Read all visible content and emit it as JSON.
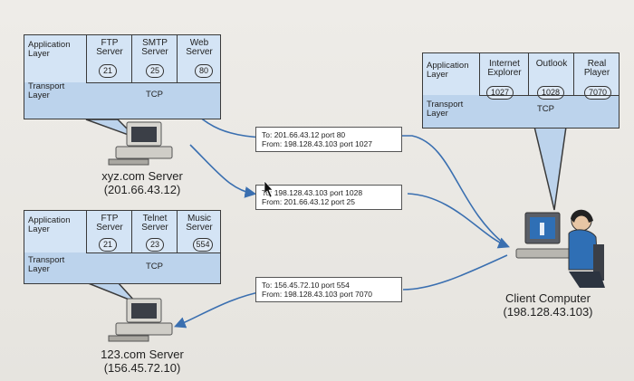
{
  "servers": [
    {
      "app_layer_label": "Application Layer",
      "transport_layer_label": "Transport Layer",
      "services": [
        {
          "name": "FTP Server",
          "port": "21"
        },
        {
          "name": "SMTP Server",
          "port": "25"
        },
        {
          "name": "Web Server",
          "port": "80"
        }
      ],
      "tcp_label": "TCP",
      "caption_line1": "xyz.com Server",
      "caption_line2": "(201.66.43.12)"
    },
    {
      "app_layer_label": "Application Layer",
      "transport_layer_label": "Transport Layer",
      "services": [
        {
          "name": "FTP Server",
          "port": "21"
        },
        {
          "name": "Telnet Server",
          "port": "23"
        },
        {
          "name": "Music Server",
          "port": "554"
        }
      ],
      "tcp_label": "TCP",
      "caption_line1": "123.com Server",
      "caption_line2": "(156.45.72.10)"
    }
  ],
  "client": {
    "app_layer_label": "Application Layer",
    "transport_layer_label": "Transport Layer",
    "services": [
      {
        "name": "Internet Explorer",
        "port": "1027"
      },
      {
        "name": "Outlook",
        "port": "1028"
      },
      {
        "name": "Real Player",
        "port": "7070"
      }
    ],
    "tcp_label": "TCP",
    "caption_line1": "Client Computer",
    "caption_line2": "(198.128.43.103)"
  },
  "messages": [
    {
      "line1": "To: 201.66.43.12 port 80",
      "line2": "From: 198.128.43.103 port 1027"
    },
    {
      "line1": "To: 198.128.43.103 port 1028",
      "line2": "From: 201.66.43.12 port 25"
    },
    {
      "line1": "To: 156.45.72.10 port 554",
      "line2": "From: 198.128.43.103 port 7070"
    }
  ]
}
